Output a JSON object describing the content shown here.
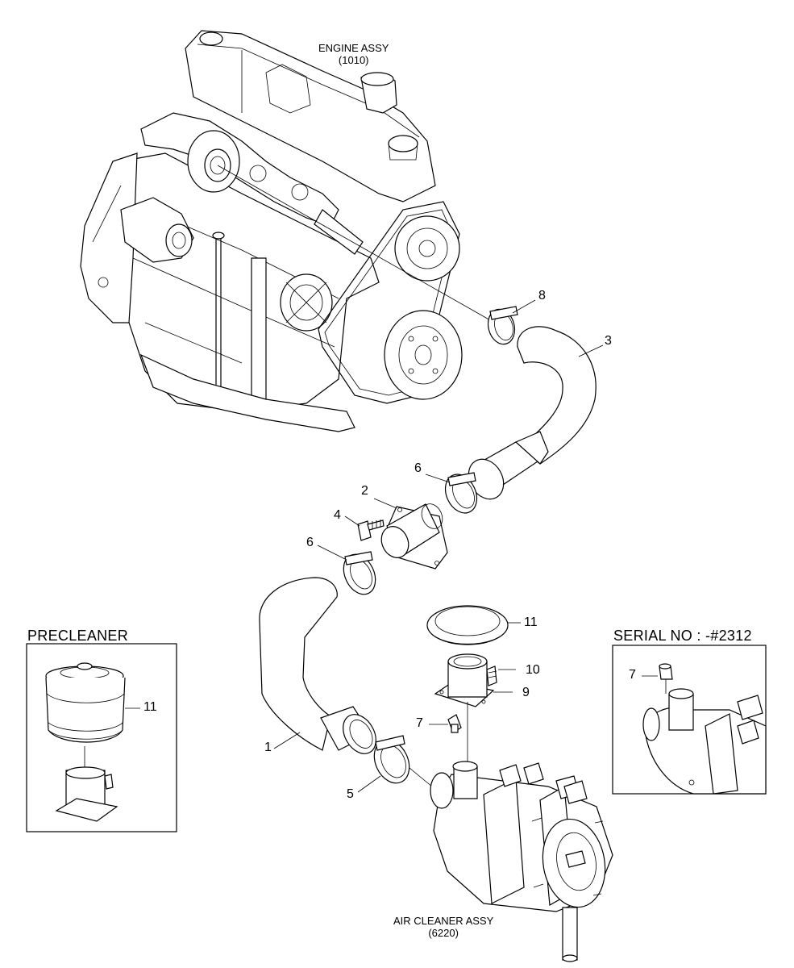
{
  "labels": {
    "engine_assy": "ENGINE ASSY",
    "engine_code": "(1010)",
    "air_cleaner_assy": "AIR CLEANER ASSY",
    "air_cleaner_code": "(6220)",
    "precleaner_title": "PRECLEANER",
    "serial_title": "SERIAL NO : -#2312"
  },
  "callouts": {
    "c1": "1",
    "c2": "2",
    "c3": "3",
    "c4": "4",
    "c5": "5",
    "c6a": "6",
    "c6b": "6",
    "c7": "7",
    "c7_inset": "7",
    "c8": "8",
    "c9": "9",
    "c10": "10",
    "c11": "11",
    "c11_pre": "11"
  }
}
